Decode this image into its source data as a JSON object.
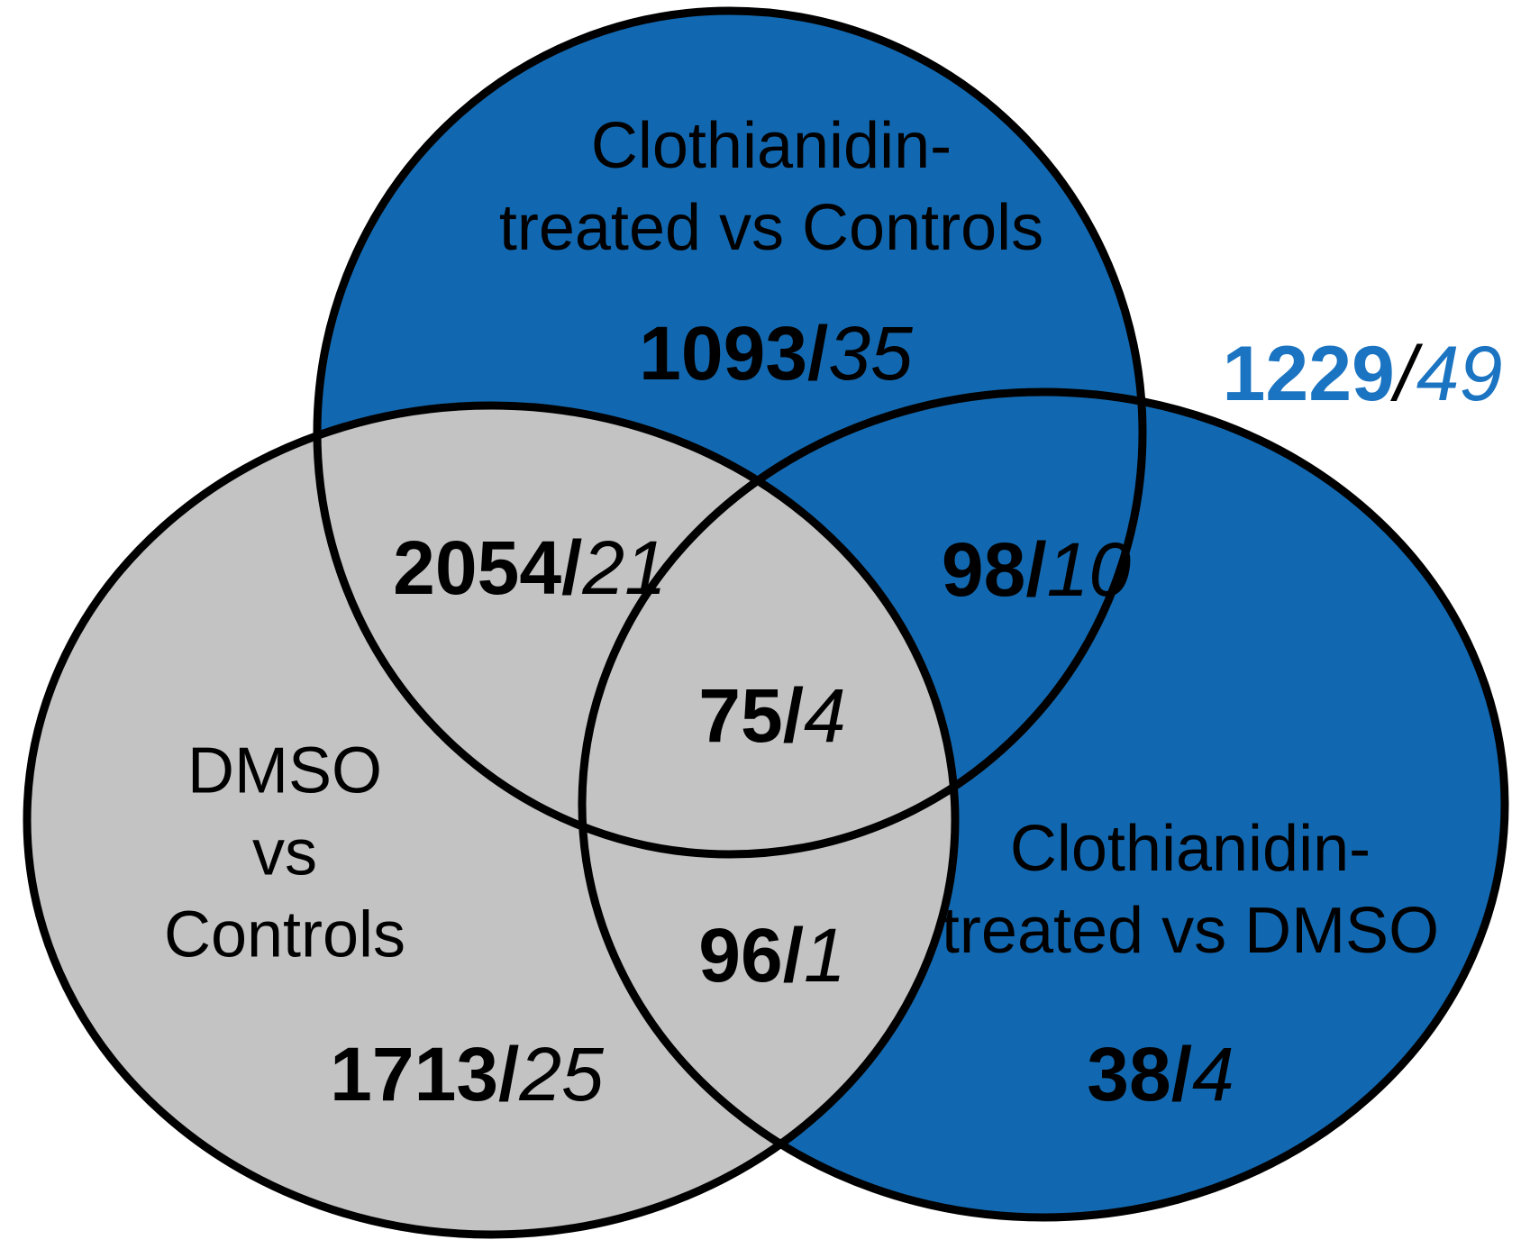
{
  "figure": {
    "type": "venn-diagram",
    "sep": "/",
    "colors": {
      "blue": "#1268B0",
      "gray": "#C3C3C3",
      "outline": "#000000",
      "text_black": "#000000",
      "text_blue": "#1B74C2"
    },
    "sets": {
      "top": {
        "label_line1": "Clothianidin-",
        "label_line2": "treated vs Controls",
        "count": "1093",
        "count_italic": "35"
      },
      "left": {
        "label_line1": "DMSO",
        "label_line2": "vs",
        "label_line3": "Controls",
        "count": "1713",
        "count_italic": "25"
      },
      "right": {
        "label_line1": "Clothianidin-",
        "label_line2": "treated vs DMSO",
        "count": "38",
        "count_italic": "4"
      }
    },
    "overlaps": {
      "top_left": {
        "count": "2054",
        "count_italic": "21"
      },
      "top_right": {
        "count": "98",
        "count_italic": "10"
      },
      "left_right": {
        "count": "96",
        "count_italic": "1"
      },
      "center": {
        "count": "75",
        "count_italic": "4"
      }
    },
    "outside": {
      "count": "1229",
      "count_italic": "49"
    }
  }
}
